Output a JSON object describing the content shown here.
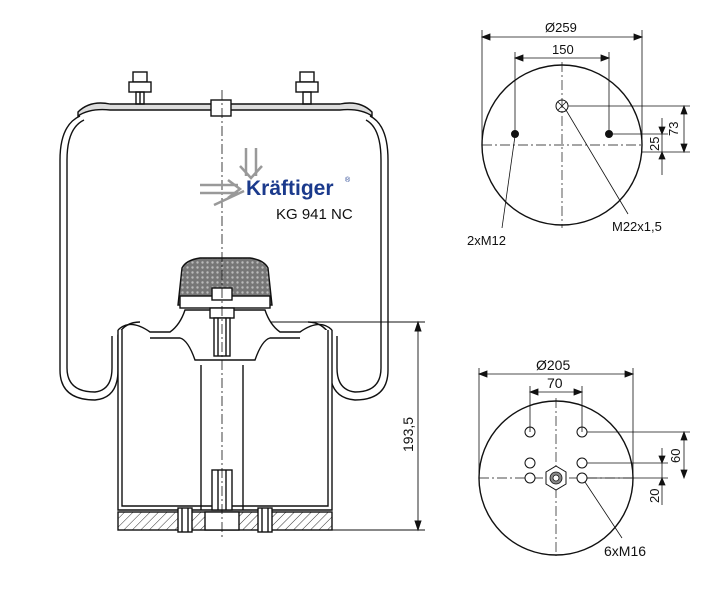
{
  "brand": {
    "name": "Kräftiger",
    "registered_mark": "®",
    "model": "KG 941 NC",
    "color": "#1b3a8c"
  },
  "side_view": {
    "height_label": "193,5"
  },
  "top_plate": {
    "diameter_label": "Ø259",
    "width_label": "150",
    "offset_73_label": "73",
    "offset_25_label": "25",
    "thread_left_label": "2xM12",
    "thread_right_label": "M22x1,5"
  },
  "bottom_plate": {
    "diameter_label": "Ø205",
    "width_label": "70",
    "offset_60_label": "60",
    "offset_20_label": "20",
    "thread_label": "6xM16"
  },
  "colors": {
    "line": "#111111",
    "rubber_fill": "#ffffff",
    "hatch": "#333333"
  }
}
